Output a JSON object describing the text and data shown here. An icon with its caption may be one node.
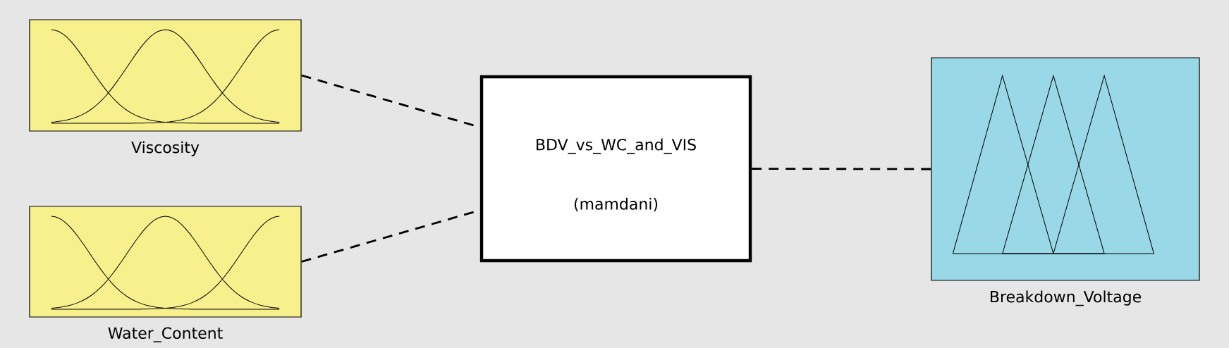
{
  "diagram": {
    "nodes": [
      {
        "text": [
          "Viscosity"
        ]
      },
      {
        "text": [
          "Water_Content"
        ]
      },
      {
        "text": [
          "BDV_vs_WC_and_VIS",
          "(mamdani)"
        ]
      },
      {
        "text": [
          "Breakdown_Voltage"
        ]
      }
    ],
    "edges": [
      {
        "from": 0,
        "to": 2,
        "arrow": "none",
        "style": "dashed"
      },
      {
        "from": 1,
        "to": 2,
        "arrow": "none",
        "style": "dashed"
      },
      {
        "from": 2,
        "to": 3,
        "arrow": "none",
        "style": "dashed"
      }
    ]
  }
}
